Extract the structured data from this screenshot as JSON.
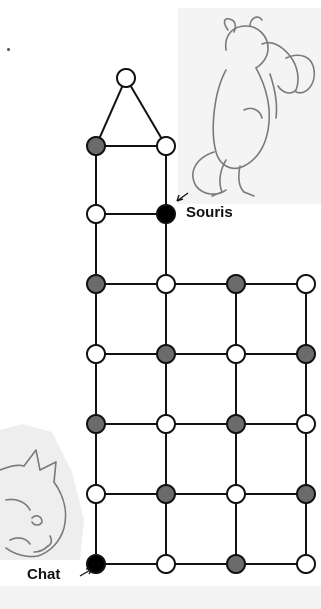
{
  "labels": {
    "mouse": "Souris",
    "cat": "Chat"
  },
  "colors": {
    "empty_node": "#ffffff",
    "shaded_node": "#6b6b6b",
    "start_node": "#000000",
    "edge": "#111111",
    "drawing_line": "#7a7a7a",
    "paper_shade": "#f1f1f1"
  },
  "graph": {
    "nodes": [
      {
        "id": "apex",
        "state": "empty"
      },
      {
        "id": "r1c1",
        "state": "shaded"
      },
      {
        "id": "r1c2",
        "state": "empty"
      },
      {
        "id": "r2c1",
        "state": "empty"
      },
      {
        "id": "r2c2",
        "state": "mouse"
      },
      {
        "id": "r3c1",
        "state": "shaded"
      },
      {
        "id": "r3c2",
        "state": "empty"
      },
      {
        "id": "r3c3",
        "state": "shaded"
      },
      {
        "id": "r3c4",
        "state": "empty"
      },
      {
        "id": "r4c1",
        "state": "empty"
      },
      {
        "id": "r4c2",
        "state": "shaded"
      },
      {
        "id": "r4c3",
        "state": "empty"
      },
      {
        "id": "r4c4",
        "state": "shaded"
      },
      {
        "id": "r5c1",
        "state": "shaded"
      },
      {
        "id": "r5c2",
        "state": "empty"
      },
      {
        "id": "r5c3",
        "state": "shaded"
      },
      {
        "id": "r5c4",
        "state": "empty"
      },
      {
        "id": "r6c1",
        "state": "empty"
      },
      {
        "id": "r6c2",
        "state": "shaded"
      },
      {
        "id": "r6c3",
        "state": "empty"
      },
      {
        "id": "r6c4",
        "state": "shaded"
      },
      {
        "id": "r7c1",
        "state": "cat"
      },
      {
        "id": "r7c2",
        "state": "empty"
      },
      {
        "id": "r7c3",
        "state": "shaded"
      },
      {
        "id": "r7c4",
        "state": "empty"
      }
    ],
    "edges": [
      [
        "apex",
        "r1c1"
      ],
      [
        "apex",
        "r1c2"
      ],
      [
        "r1c1",
        "r1c2"
      ],
      [
        "r1c1",
        "r2c1"
      ],
      [
        "r1c2",
        "r2c2"
      ],
      [
        "r2c1",
        "r2c2"
      ],
      [
        "r2c1",
        "r3c1"
      ],
      [
        "r2c2",
        "r3c2"
      ],
      [
        "r3c1",
        "r3c2"
      ],
      [
        "r3c2",
        "r3c3"
      ],
      [
        "r3c3",
        "r3c4"
      ],
      [
        "r3c1",
        "r4c1"
      ],
      [
        "r3c2",
        "r4c2"
      ],
      [
        "r3c3",
        "r4c3"
      ],
      [
        "r3c4",
        "r4c4"
      ],
      [
        "r4c1",
        "r4c2"
      ],
      [
        "r4c2",
        "r4c3"
      ],
      [
        "r4c3",
        "r4c4"
      ],
      [
        "r4c1",
        "r5c1"
      ],
      [
        "r4c2",
        "r5c2"
      ],
      [
        "r4c3",
        "r5c3"
      ],
      [
        "r4c4",
        "r5c4"
      ],
      [
        "r5c1",
        "r5c2"
      ],
      [
        "r5c2",
        "r5c3"
      ],
      [
        "r5c3",
        "r5c4"
      ],
      [
        "r5c1",
        "r6c1"
      ],
      [
        "r5c2",
        "r6c2"
      ],
      [
        "r5c3",
        "r6c3"
      ],
      [
        "r5c4",
        "r6c4"
      ],
      [
        "r6c1",
        "r6c2"
      ],
      [
        "r6c2",
        "r6c3"
      ],
      [
        "r6c3",
        "r6c4"
      ],
      [
        "r6c1",
        "r7c1"
      ],
      [
        "r6c2",
        "r7c2"
      ],
      [
        "r6c3",
        "r7c3"
      ],
      [
        "r6c4",
        "r7c4"
      ],
      [
        "r7c1",
        "r7c2"
      ],
      [
        "r7c2",
        "r7c3"
      ],
      [
        "r7c3",
        "r7c4"
      ]
    ]
  }
}
